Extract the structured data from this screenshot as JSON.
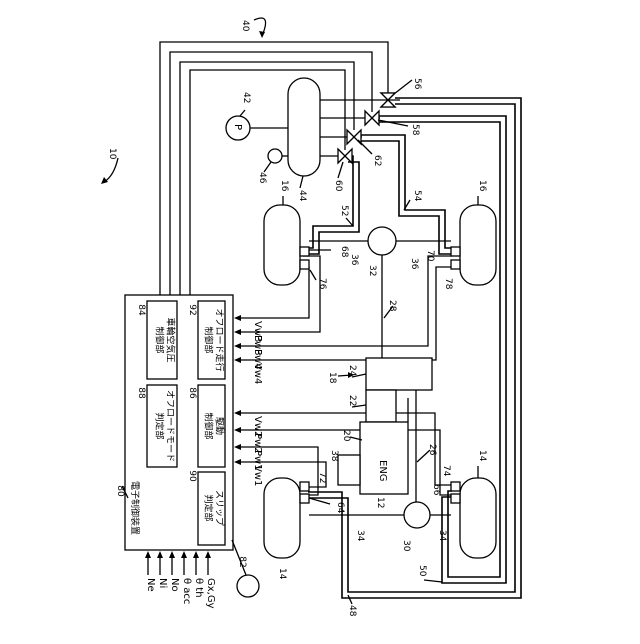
{
  "labels": {
    "system": "10",
    "air_supply": "40",
    "pressure_sensor_ref": "42",
    "pressure_sensor": "P",
    "tank": "44",
    "compressor": "46",
    "valve_rr": "56",
    "valve_fr": "58",
    "valve_rl": "60",
    "valve_fl": "62",
    "pipe_rl": "52",
    "pipe_rr": "54",
    "pipe_fl": "48",
    "pipe_fr": "50",
    "wheel_rear_left": "16",
    "wheel_rear_right": "16",
    "wheel_front_left": "14",
    "wheel_front_right": "14",
    "rear_diff": "32",
    "front_diff": "30",
    "rear_axle_left": "36",
    "rear_axle_right": "36",
    "front_axle_left": "34",
    "front_axle_right": "34",
    "propeller_shaft": "28",
    "transfer": "24",
    "transmission": "22",
    "torque_converter": "20",
    "drive_unit": "18",
    "engine_ref": "12",
    "engine": "ENG",
    "throttle": "38",
    "front_output": "26",
    "brake_rl": "68",
    "brake_rr": "70",
    "brake_fl": "64",
    "brake_fr": "66",
    "wheel_speed_rl": "76",
    "wheel_speed_rr": "78",
    "wheel_speed_fl": "72",
    "wheel_speed_fr": "74",
    "controller_ref": "80",
    "controller_title": "電子制御装置",
    "input_device": "82"
  },
  "blocks": {
    "slip_ref": "90",
    "slip_name": "スリップ\n判定部",
    "offroad_mode_ref": "88",
    "offroad_mode_name": "オフロードモード\n判定部",
    "drive_ref": "86",
    "drive_name": "駆動\n制御部",
    "tire_pressure_ref": "84",
    "tire_pressure_name": "車輪空気圧\n制御部",
    "offroad_drive_ref": "92",
    "offroad_drive_name": "オフロード走行\n制御部"
  },
  "signals": {
    "vw1": "Vw1",
    "pw1": "Pw1",
    "pw2": "Pw2",
    "vw2": "Vw2",
    "vw3": "Vw3",
    "pw3": "Pw3",
    "pw4": "Pw4",
    "vw4": "Vw4"
  },
  "inputs": [
    "Ne",
    "Ni",
    "No",
    "θ acc",
    "θ th",
    "Gx,Gy"
  ]
}
